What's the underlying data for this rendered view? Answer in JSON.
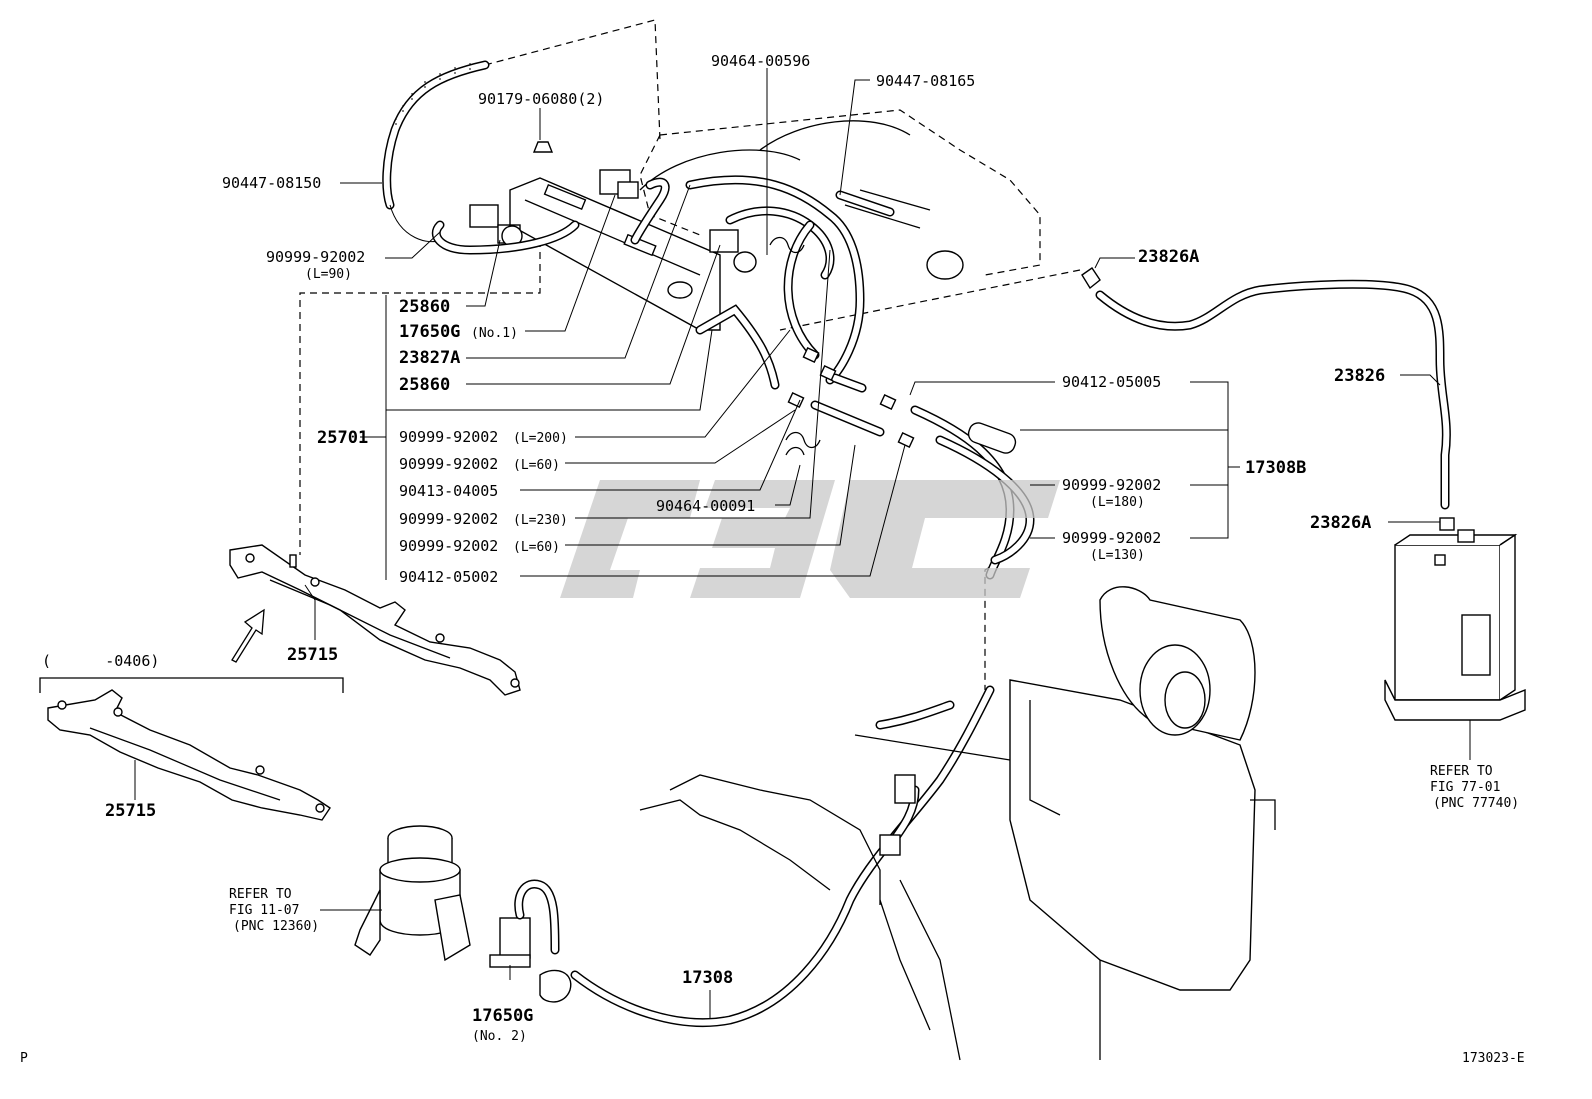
{
  "labels": {
    "p_90464_00596": "90464-00596",
    "p_90447_08165": "90447-08165",
    "p_90179_06080": "90179-06080(2)",
    "p_90447_08150": "90447-08150",
    "p_90999_92002_top": "90999-92002",
    "p_l90": "(L=90)",
    "p_23826A_top": "23826A",
    "p_25860_a": "25860",
    "p_17650G_no1": "17650G",
    "p_no1": "(No.1)",
    "p_23827A": "23827A",
    "p_25860_b": "25860",
    "p_25701": "25701",
    "r1_part": "90999-92002",
    "r1_len": "(L=200)",
    "r2_part": "90999-92002",
    "r2_len": "(L=60)",
    "r3_part": "90413-04005",
    "r4_part": "90999-92002",
    "r4_len": "(L=230)",
    "r5_part": "90999-92002",
    "r5_len": "(L=60)",
    "r6_part": "90412-05002",
    "p_90464_00091": "90464-00091",
    "p_90412_05005": "90412-05005",
    "p_90999_l180": "90999-92002",
    "p_l180": "(L=180)",
    "p_90999_l130": "90999-92002",
    "p_l130": "(L=130)",
    "p_17308B": "17308B",
    "p_23826": "23826",
    "p_23826A_bottom": "23826A",
    "p_25715_a": "25715",
    "p_range": "(      -0406)",
    "p_25715_b": "25715",
    "ref_fig77_1": "REFER TO",
    "ref_fig77_2": "FIG 77-01",
    "ref_fig77_3": "(PNC 77740)",
    "ref_fig11_1": "REFER TO",
    "ref_fig11_2": "FIG 11-07",
    "ref_fig11_3": "(PNC 12360)",
    "p_17308": "17308",
    "p_17650G_no2": "17650G",
    "p_no2": "(No. 2)",
    "corner_p": "P",
    "fig_code": "173023-E"
  },
  "colors": {
    "line": "#000000",
    "watermark": "#c8c8c8",
    "background": "#ffffff"
  }
}
